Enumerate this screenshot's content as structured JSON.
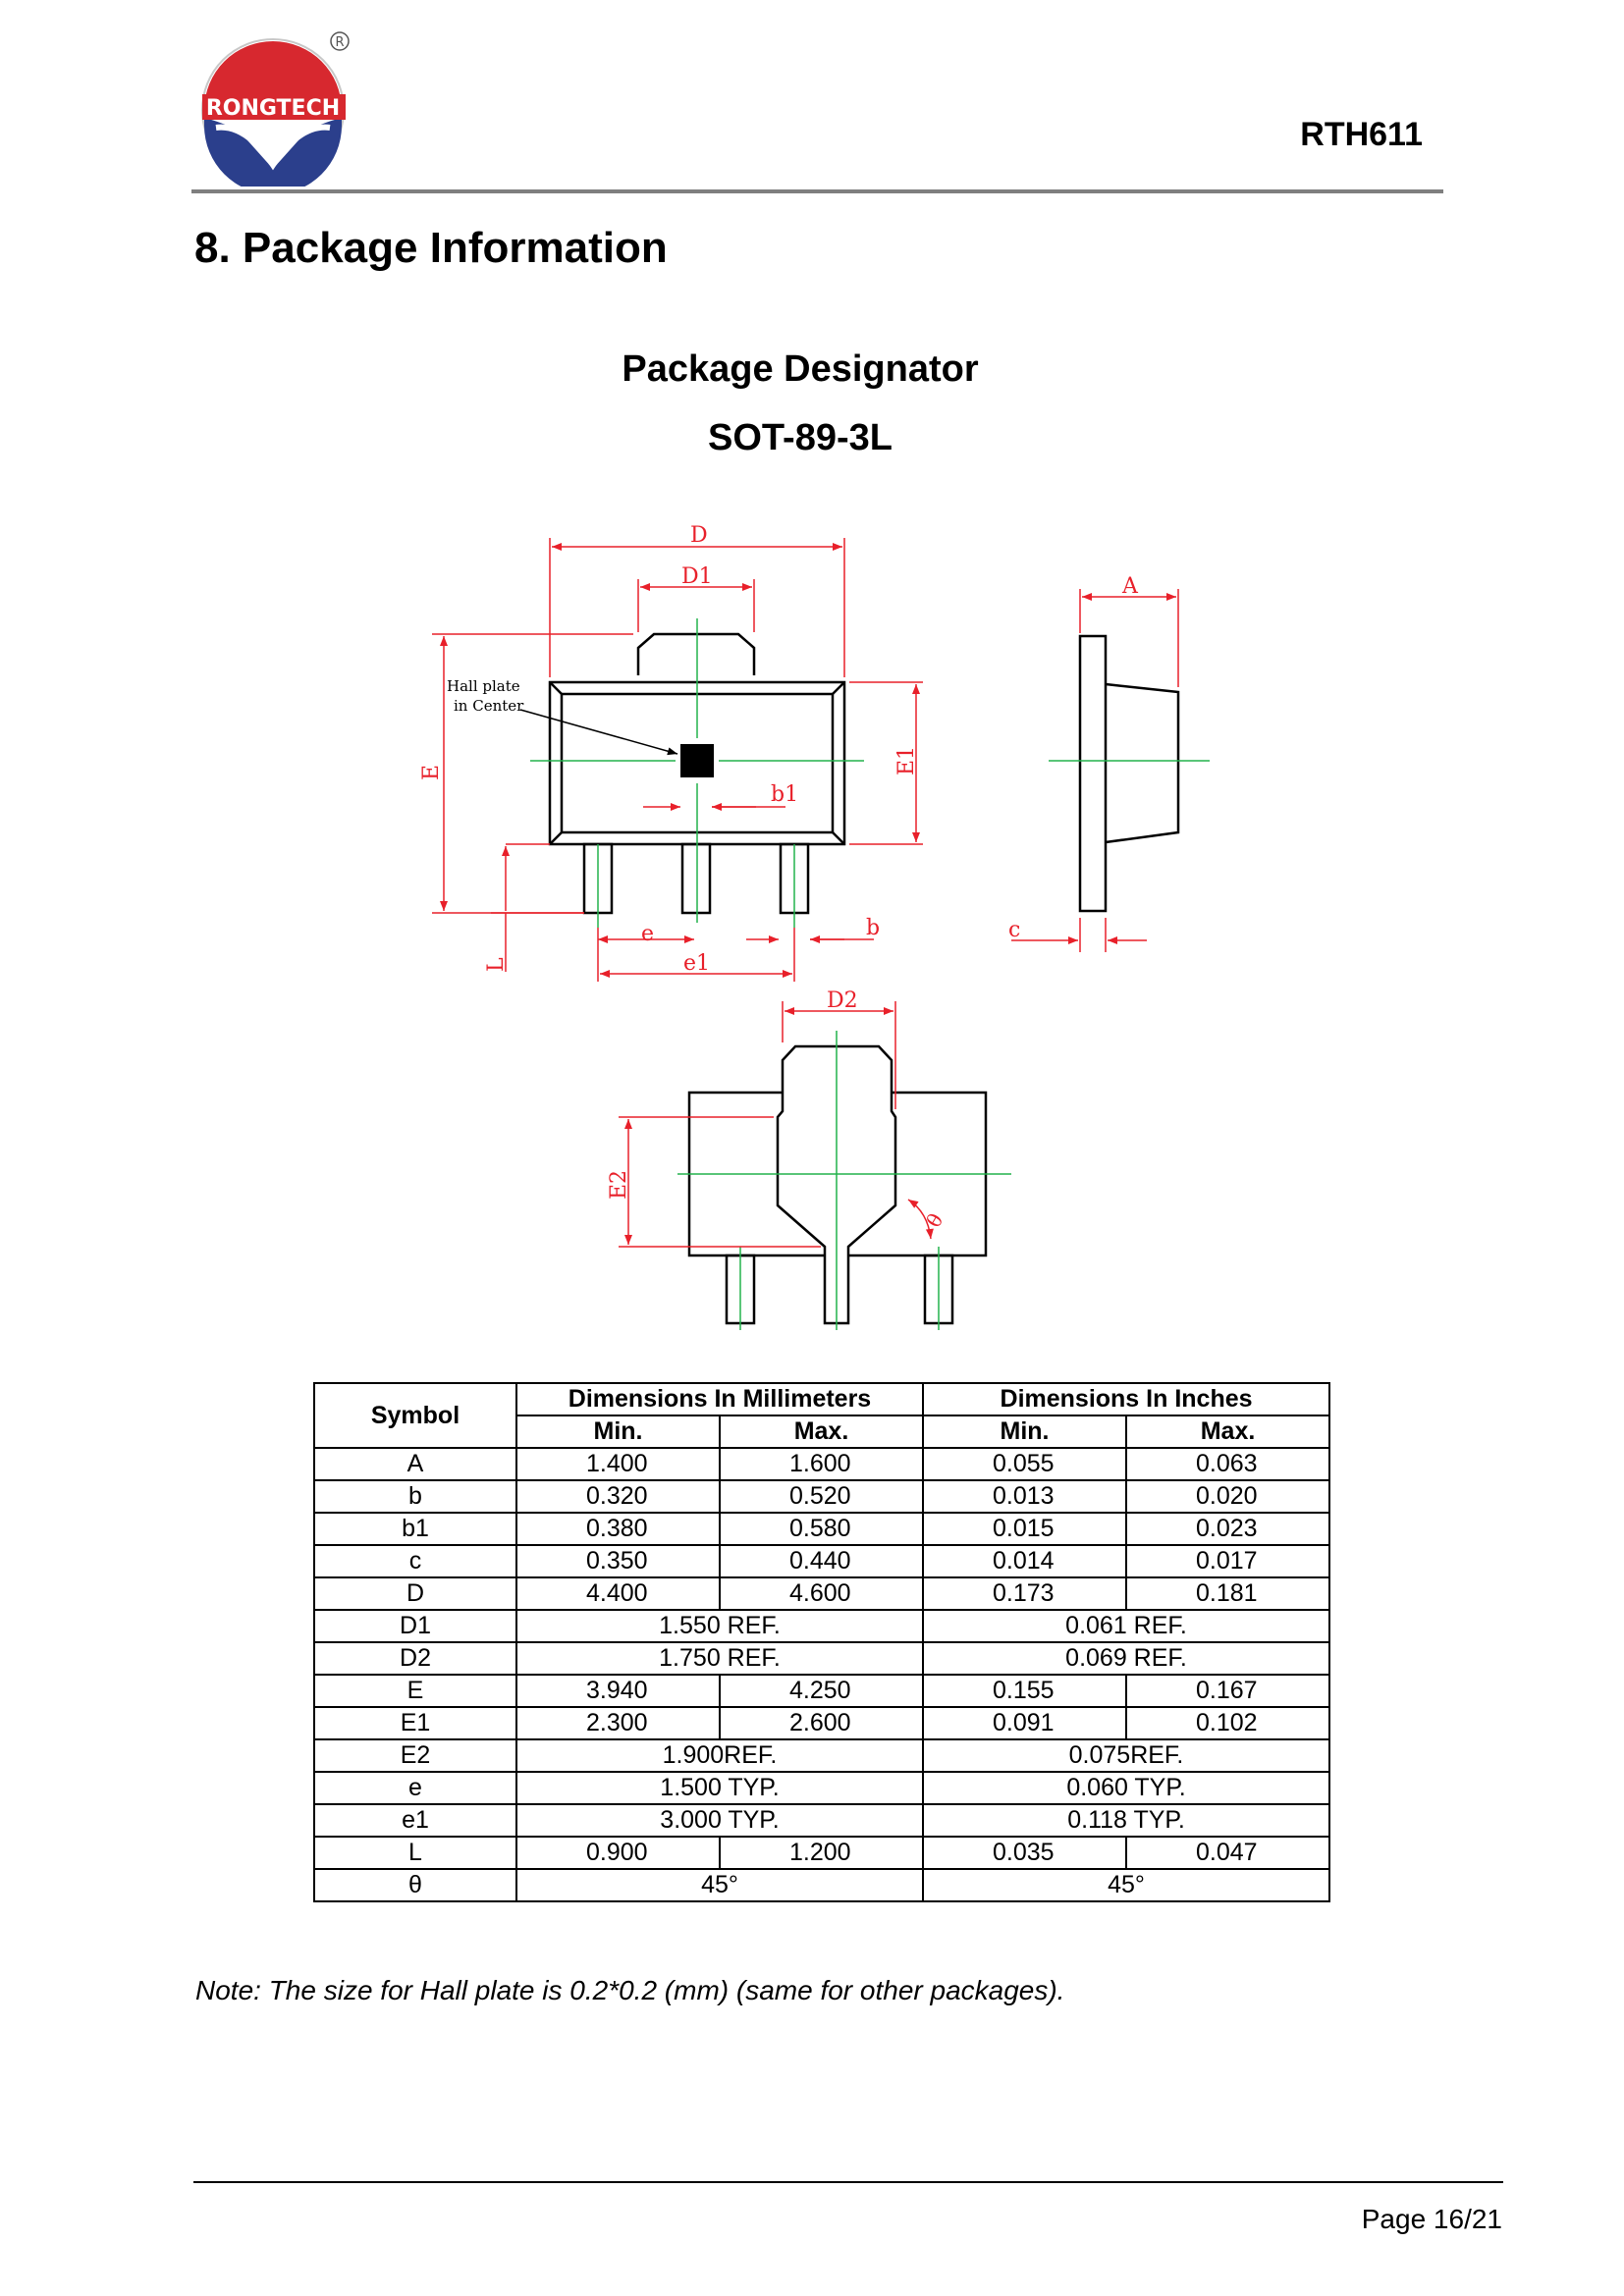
{
  "header": {
    "brand": "RONGTECH",
    "registered_mark": "R",
    "part_number": "RTH611"
  },
  "section_title": "8. Package Information",
  "package": {
    "designator_heading": "Package Designator",
    "name": "SOT-89-3L"
  },
  "drawing_labels": {
    "D": "D",
    "D1": "D1",
    "A": "A",
    "E": "E",
    "E1": "E1",
    "b1": "b1",
    "b": "b",
    "c": "c",
    "e": "e",
    "e1": "e1",
    "L": "L",
    "D2": "D2",
    "E2": "E2",
    "theta": "θ",
    "hall_line1": "Hall plate",
    "hall_line2": "in Center"
  },
  "table": {
    "symbol_header": "Symbol",
    "mm_header": "Dimensions In Millimeters",
    "in_header": "Dimensions In Inches",
    "min_label": "Min.",
    "max_label": "Max.",
    "rows": [
      {
        "symbol": "A",
        "mm_min": "1.400",
        "mm_max": "1.600",
        "in_min": "0.055",
        "in_max": "0.063"
      },
      {
        "symbol": "b",
        "mm_min": "0.320",
        "mm_max": "0.520",
        "in_min": "0.013",
        "in_max": "0.020"
      },
      {
        "symbol": "b1",
        "mm_min": "0.380",
        "mm_max": "0.580",
        "in_min": "0.015",
        "in_max": "0.023"
      },
      {
        "symbol": "c",
        "mm_min": "0.350",
        "mm_max": "0.440",
        "in_min": "0.014",
        "in_max": "0.017"
      },
      {
        "symbol": "D",
        "mm_min": "4.400",
        "mm_max": "4.600",
        "in_min": "0.173",
        "in_max": "0.181"
      },
      {
        "symbol": "D1",
        "mm_ref": "1.550 REF.",
        "in_ref": "0.061 REF."
      },
      {
        "symbol": "D2",
        "mm_ref": "1.750 REF.",
        "in_ref": "0.069 REF."
      },
      {
        "symbol": "E",
        "mm_min": "3.940",
        "mm_max": "4.250",
        "in_min": "0.155",
        "in_max": "0.167"
      },
      {
        "symbol": "E1",
        "mm_min": "2.300",
        "mm_max": "2.600",
        "in_min": "0.091",
        "in_max": "0.102"
      },
      {
        "symbol": "E2",
        "mm_ref": "1.900REF.",
        "in_ref": "0.075REF."
      },
      {
        "symbol": "e",
        "mm_ref": "1.500 TYP.",
        "in_ref": "0.060 TYP."
      },
      {
        "symbol": "e1",
        "mm_ref": "3.000 TYP.",
        "in_ref": "0.118 TYP."
      },
      {
        "symbol": "L",
        "mm_min": "0.900",
        "mm_max": "1.200",
        "in_min": "0.035",
        "in_max": "0.047"
      },
      {
        "symbol": "θ",
        "mm_ref": "45°",
        "in_ref": "45°"
      }
    ]
  },
  "note": "Note: The size for Hall plate is 0.2*0.2 (mm) (same for other packages).",
  "footer": {
    "page": "Page 16/21"
  },
  "colors": {
    "logo_red": "#d7282f",
    "logo_blue": "#2b3f8c",
    "dimension_red": "#e8202a",
    "centerline_green": "#22b24c",
    "header_rule": "#7f7f7f"
  }
}
